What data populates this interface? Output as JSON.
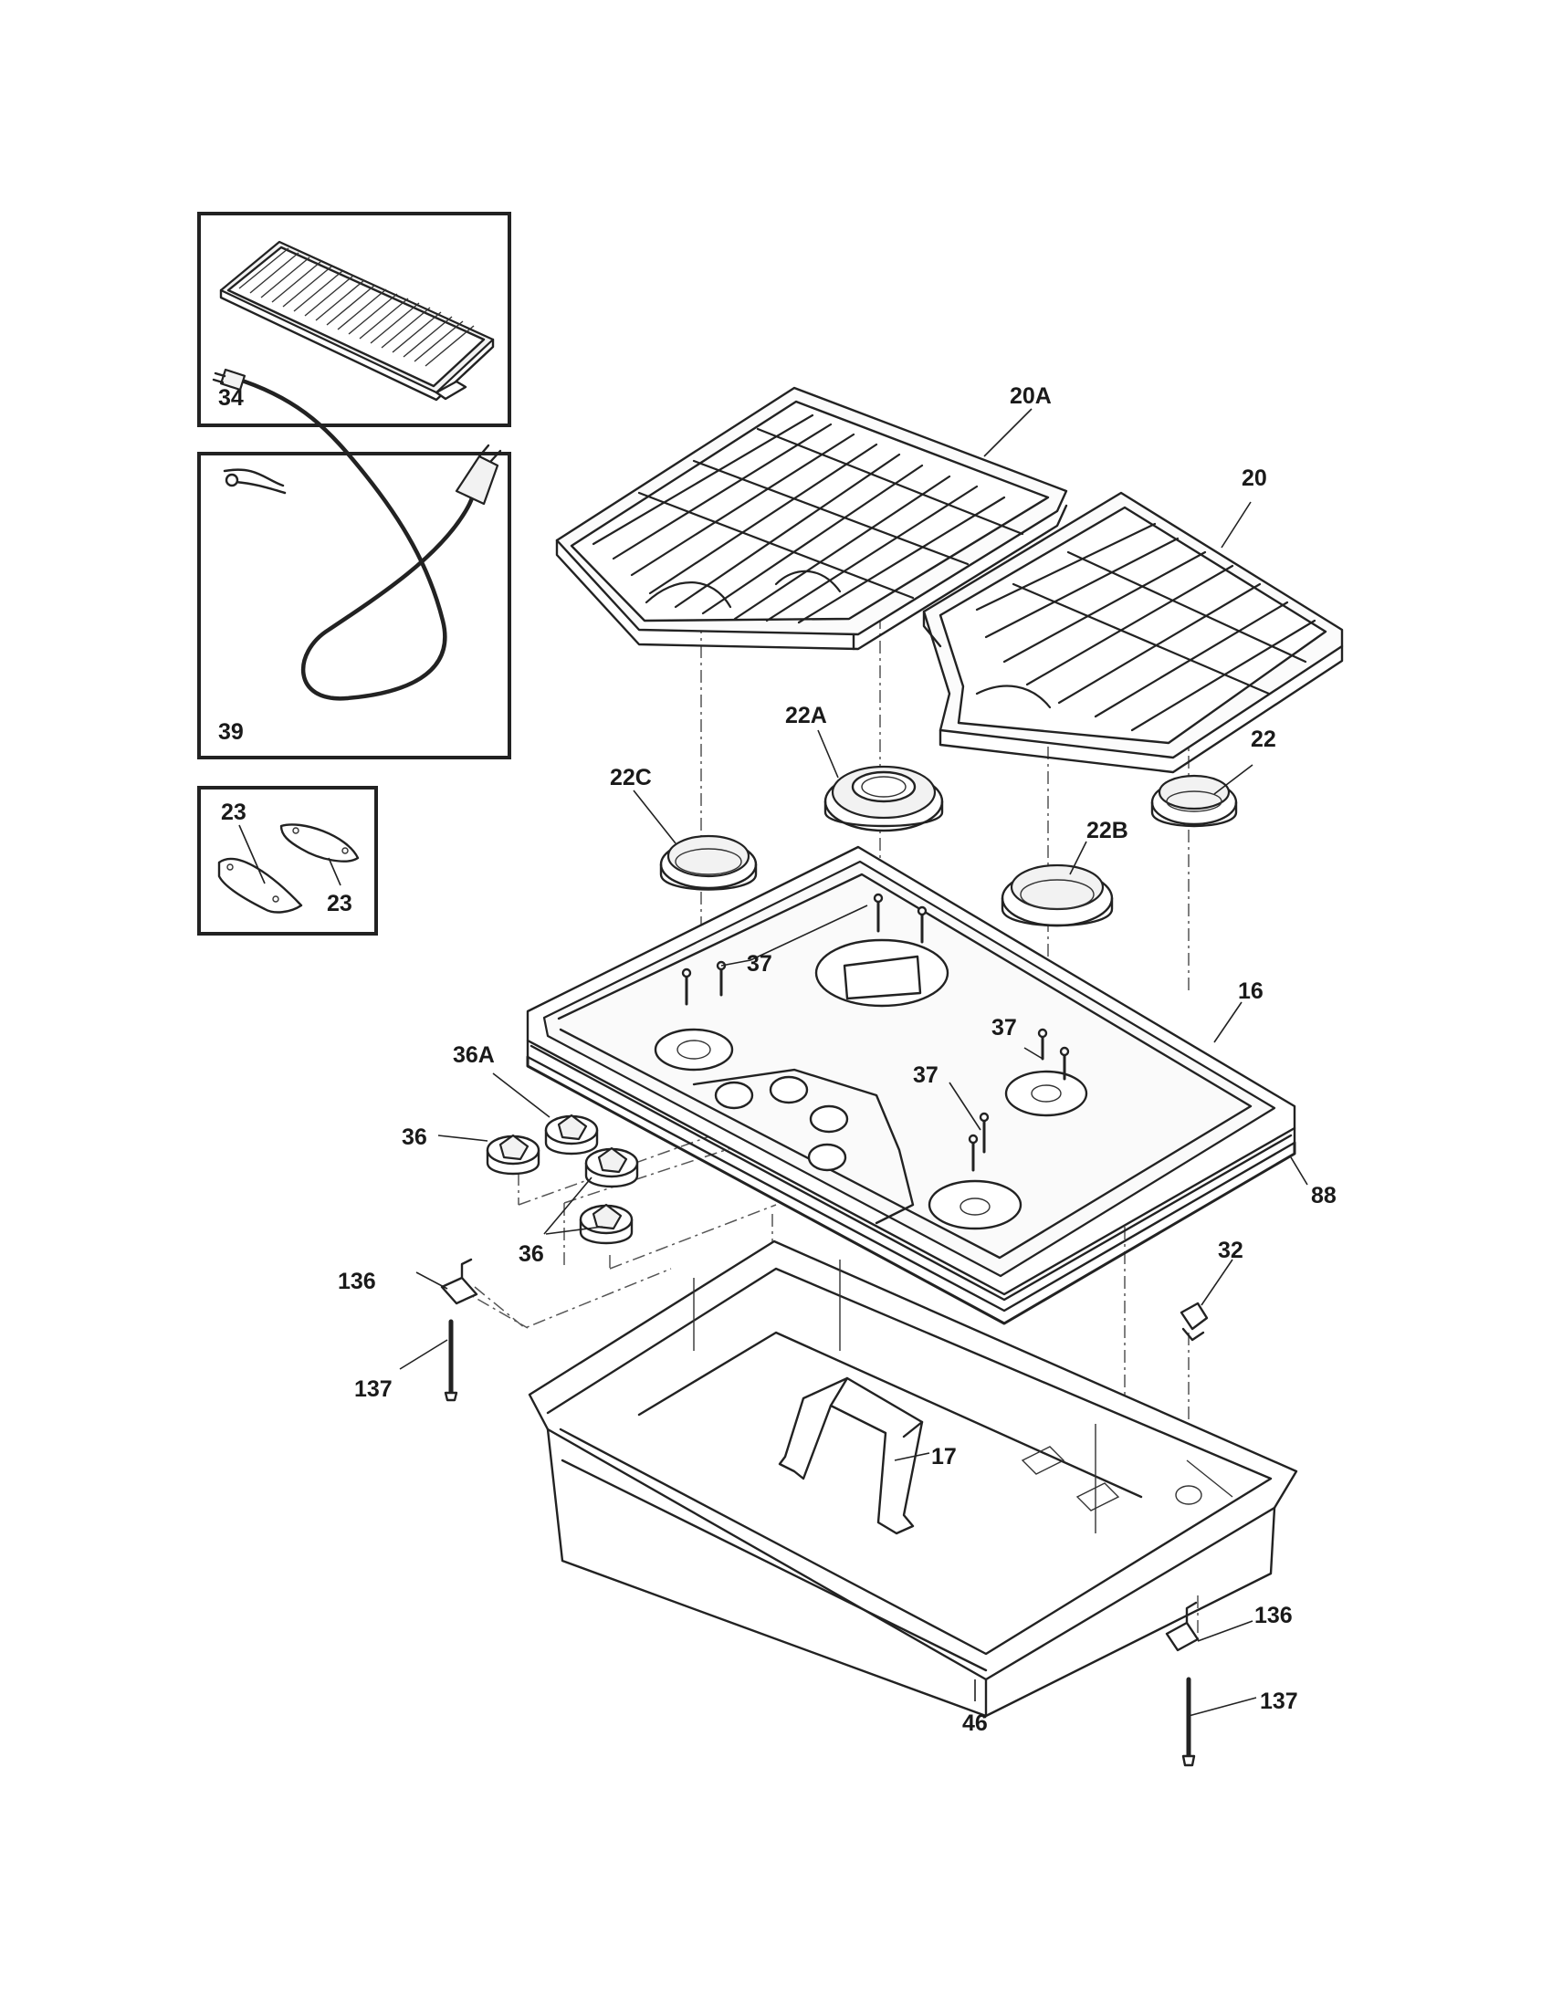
{
  "callouts": {
    "griddle": "34",
    "power_cord": "39",
    "insulation_top": "23",
    "insulation_bottom": "23",
    "grate_left": "20A",
    "grate_right": "20",
    "cap_large_center": "22A",
    "cap_left_rear": "22C",
    "cap_right_rear": "22",
    "cap_right_front": "22B",
    "screw_upper_left": "37",
    "screw_right": "37",
    "screw_center_front": "37",
    "cooktop": "16",
    "knob_special": "36A",
    "knob_left": "36",
    "knob_group": "36",
    "gasket": "88",
    "burner_box": "17",
    "bracket_left": "136",
    "bolt_left": "137",
    "terminal": "32",
    "bracket_right": "136",
    "bolt_right": "137",
    "burner_box_pan": "46"
  }
}
